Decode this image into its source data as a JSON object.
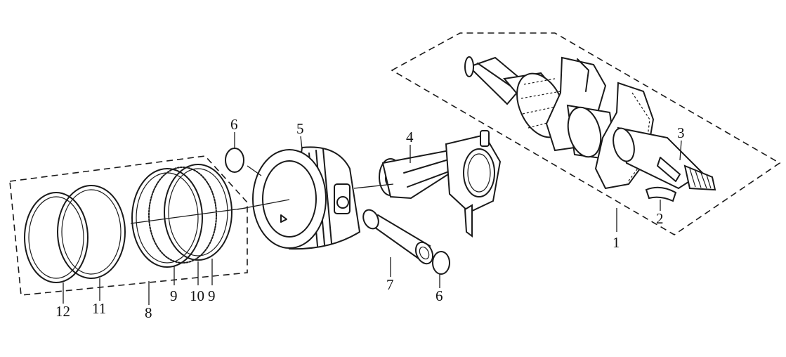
{
  "diagram": {
    "callouts": {
      "c1": "1",
      "c2": "2",
      "c3": "3",
      "c4": "4",
      "c5": "5",
      "c6a": "6",
      "c6b": "6",
      "c7": "7",
      "c8": "8",
      "c9a": "9",
      "c10": "10",
      "c9b": "9",
      "c11": "11",
      "c12": "12"
    }
  }
}
